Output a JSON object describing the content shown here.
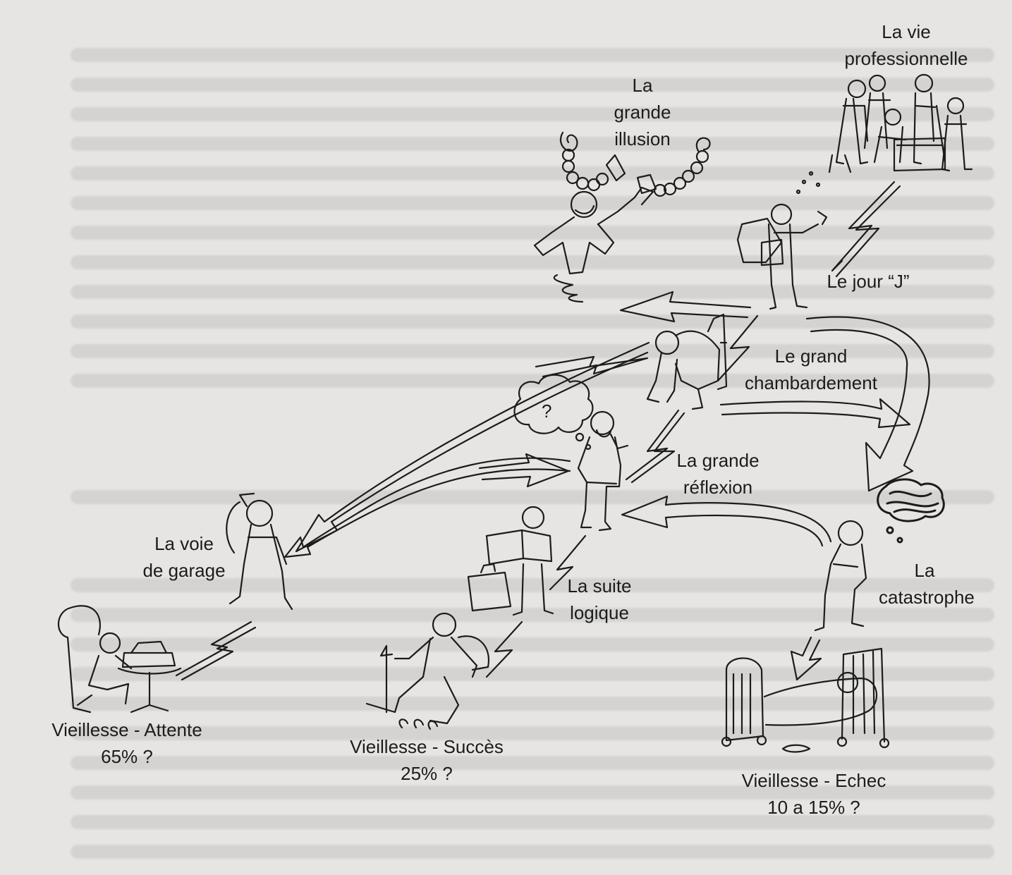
{
  "stages": {
    "vie_professionnelle": [
      "La vie",
      "professionnelle"
    ],
    "grande_illusion": [
      "La",
      "grande",
      "illusion"
    ],
    "jour_j": "Le jour “J”",
    "grand_chambardement": [
      "Le grand",
      "chambardement"
    ],
    "grande_reflexion": [
      "La grande",
      "réflexion"
    ],
    "voie_de_garage": [
      "La voie",
      "de garage"
    ],
    "suite_logique": [
      "La suite",
      "logique"
    ],
    "catastrophe": [
      "La",
      "catastrophe"
    ]
  },
  "outcomes": {
    "attente": [
      "Vieillesse - Attente",
      "65% ?"
    ],
    "succes": [
      "Vieillesse - Succès",
      "25% ?"
    ],
    "echec": [
      "Vieillesse - Echec",
      "10 a 15% ?"
    ]
  },
  "thought_bubble_symbol": "?",
  "colors": {
    "paper": "#e6e5e3",
    "ink": "#1c1c1c",
    "ghost_text": "#c9c8c5"
  }
}
